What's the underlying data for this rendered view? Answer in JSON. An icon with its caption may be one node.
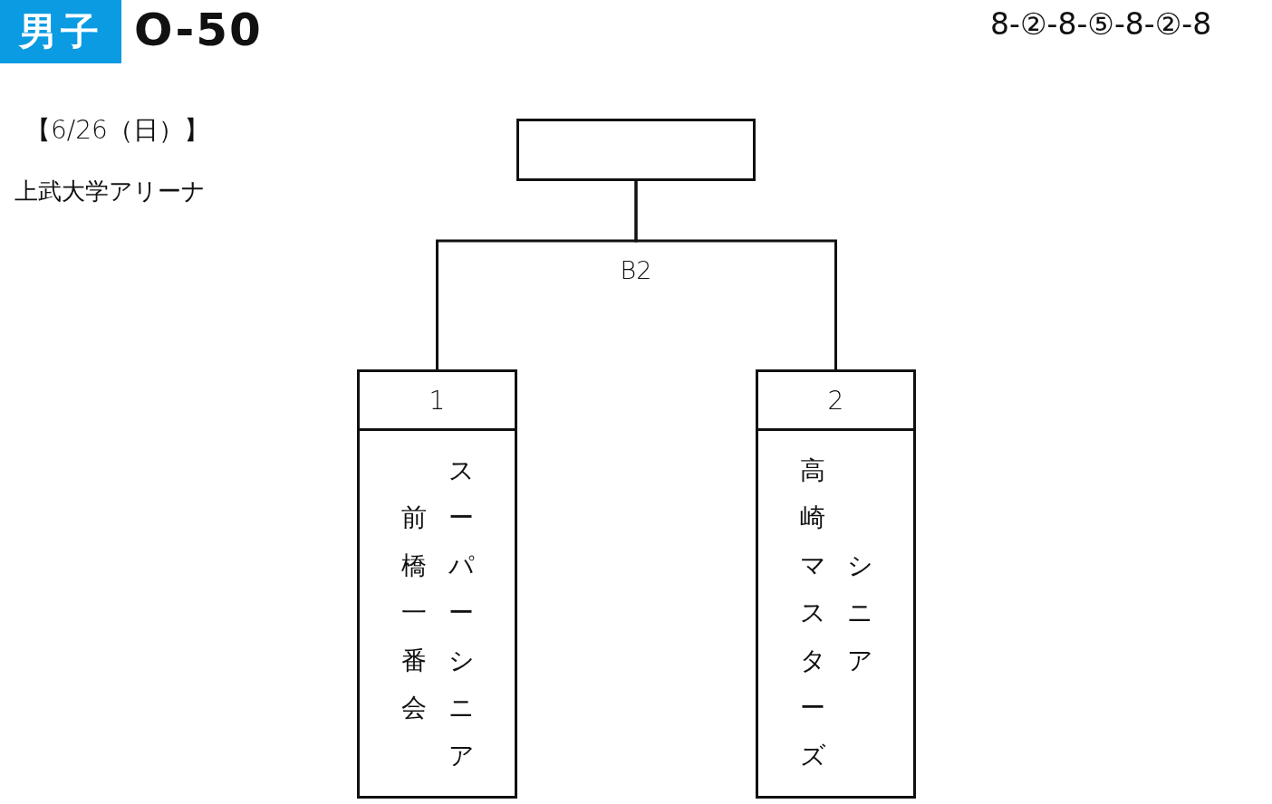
{
  "diagram": {
    "title": "O-50",
    "nodes": [
      {
        "text": [],
        "shape": "box"
      },
      {
        "text": [
          "1",
          "前橋一番会",
          "スーパーシニア"
        ]
      },
      {
        "text": [
          "2",
          "高崎マスターズ",
          "シニア"
        ]
      }
    ],
    "edges": [
      {
        "from": 1,
        "to": 0,
        "arrow": "none"
      },
      {
        "from": 2,
        "to": 0,
        "arrow": "none"
      }
    ],
    "labels": [
      "男子",
      "8-②-8-⑤-8-②-8",
      "【6/26（日）】",
      "上武大学アリーナ",
      "B2"
    ]
  }
}
